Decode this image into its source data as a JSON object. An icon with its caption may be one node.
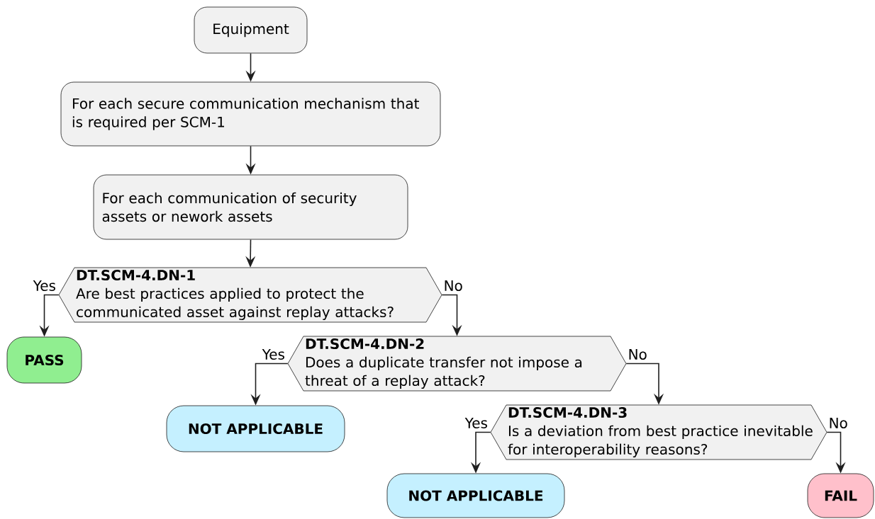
{
  "diagram": {
    "nodes": [
      {
        "text": [
          "Equipment"
        ]
      },
      {
        "text": [
          "For each secure communication mechanism that is required per SCM-1"
        ]
      },
      {
        "text": [
          "For each communication of security assets or nework assets"
        ]
      },
      {
        "text": [
          "DT.SCM-4.DN-1",
          "Are best practices applied to protect the communicated asset against replay attacks?"
        ]
      },
      {
        "text": [
          "PASS"
        ]
      },
      {
        "text": [
          "DT.SCM-4.DN-2",
          "Does a duplicate transfer not impose a threat of a replay attack?"
        ]
      },
      {
        "text": [
          "NOT APPLICABLE"
        ]
      },
      {
        "text": [
          "DT.SCM-4.DN-3",
          "Is a deviation from best practice inevitable for interoperability reasons?"
        ]
      },
      {
        "text": [
          "NOT APPLICABLE"
        ]
      },
      {
        "text": [
          "FAIL"
        ]
      }
    ],
    "edges": [
      {
        "from": 0,
        "to": 1,
        "arrow": "to"
      },
      {
        "from": 1,
        "to": 2,
        "arrow": "to"
      },
      {
        "from": 2,
        "to": 3,
        "arrow": "to"
      },
      {
        "from": 3,
        "to": 4,
        "arrow": "to",
        "label": "Yes"
      },
      {
        "from": 3,
        "to": 5,
        "arrow": "to",
        "label": "No"
      },
      {
        "from": 5,
        "to": 6,
        "arrow": "to",
        "label": "Yes"
      },
      {
        "from": 5,
        "to": 7,
        "arrow": "to",
        "label": "No"
      },
      {
        "from": 7,
        "to": 8,
        "arrow": "to",
        "label": "Yes"
      },
      {
        "from": 7,
        "to": 9,
        "arrow": "to",
        "label": "No"
      }
    ]
  }
}
